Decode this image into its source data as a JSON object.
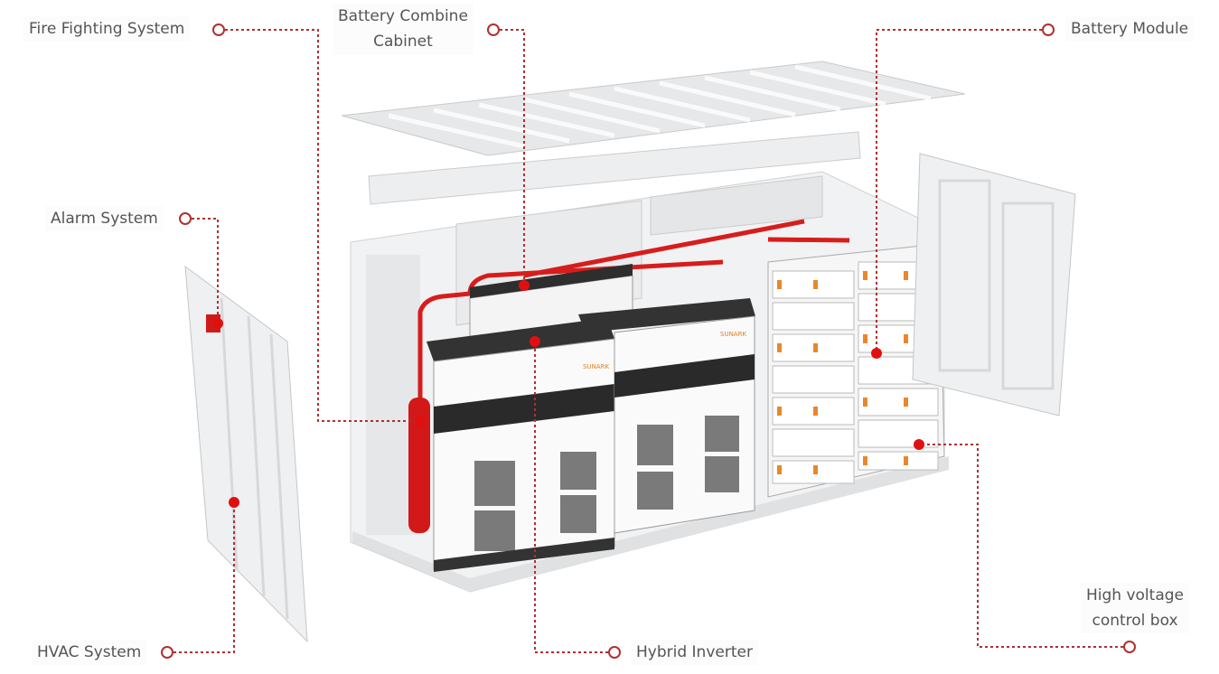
{
  "labels": {
    "fire_fighting": "Fire Fighting System",
    "battery_combine_line1": "Battery Combine",
    "battery_combine_line2": "Cabinet",
    "battery_module": "Battery Module",
    "alarm": "Alarm System",
    "hvac": "HVAC System",
    "hybrid_inverter": "Hybrid Inverter",
    "high_voltage_line1": "High voltage",
    "high_voltage_line2": "control box"
  },
  "logo_text": "SUNARK",
  "colors": {
    "accent": "#e01010",
    "leader": "#b03030",
    "text": "#555555"
  }
}
